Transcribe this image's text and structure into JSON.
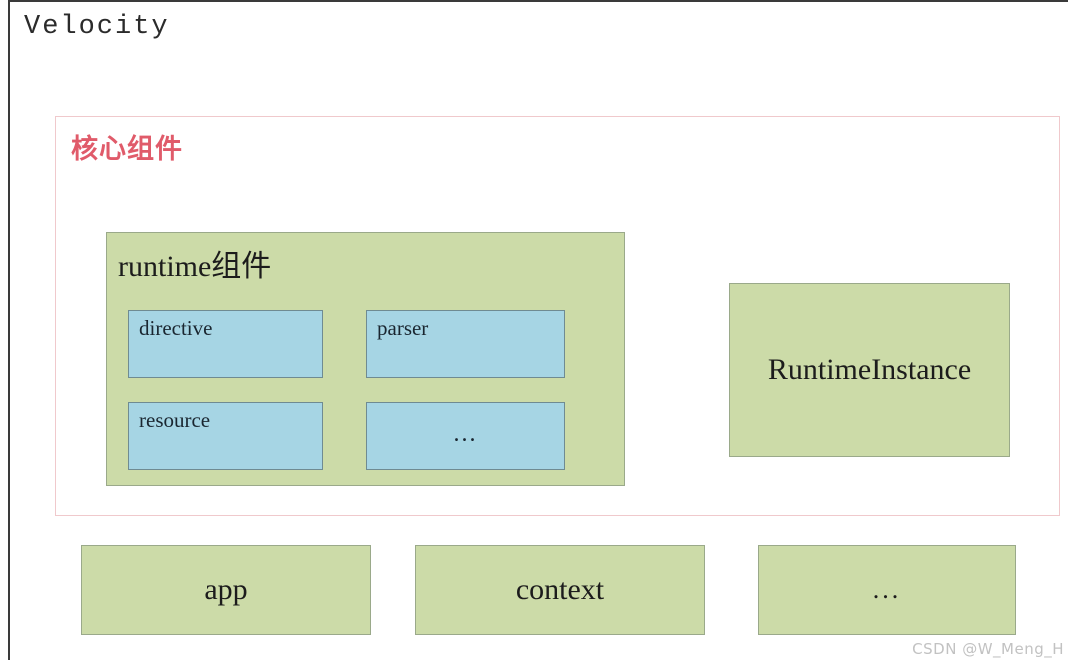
{
  "diagram": {
    "title": "Velocity",
    "core_panel": {
      "title": "核心组件",
      "border_color": "#f0c9cc",
      "title_color": "#e05b6a"
    },
    "runtime_component": {
      "title": "runtime组件",
      "fill_color": "#ccdba8",
      "border_color": "#9aa98a",
      "subcomponents": [
        {
          "label": "directive",
          "align": "left"
        },
        {
          "label": "parser",
          "align": "left"
        },
        {
          "label": "resource",
          "align": "left"
        },
        {
          "label": "...",
          "align": "center"
        }
      ],
      "subcomponent_fill": "#a6d5e4",
      "subcomponent_border": "#6f8b92"
    },
    "runtime_instance": {
      "label": "RuntimeInstance",
      "fill_color": "#ccdba8",
      "border_color": "#9aa98a"
    },
    "bottom_row": [
      {
        "label": "app"
      },
      {
        "label": "context"
      },
      {
        "label": "..."
      }
    ],
    "frame_color": "#3a3a3a",
    "watermark": "CSDN @W_Meng_H"
  }
}
